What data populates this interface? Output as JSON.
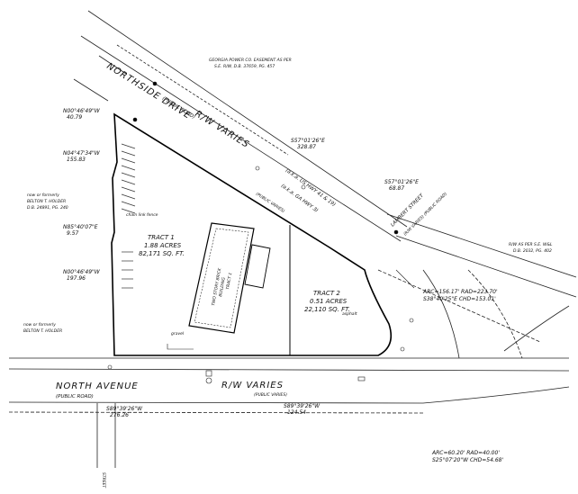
{
  "roads": {
    "northside_name": "NORTHSIDE DRIVE",
    "northside_type": "(PUBLIC ROAD)",
    "northside_rw": "R/W VARIES",
    "aka_us": "(a.k.a. US HWY 41 & 19)",
    "aka_ga": "(a.k.a. GA HWY 3)",
    "northside_rw_note": "(PUBLIC VARIES)",
    "north_name": "NORTH AVENUE",
    "north_type": "(PUBLIC ROAD)",
    "north_rw": "R/W VARIES",
    "north_rw_note": "(PUBLIC VARIES)",
    "lambert_name": "LAMBERT STREET",
    "lambert_rw": "(R/W VARIES) (PUBLIC ROAD)",
    "left_street": "STREET"
  },
  "easement": {
    "line1": "GEORGIA POWER CO. EASEMENT AS PER",
    "line2": "S.E. R/W, D.B. 37659, PG. 457"
  },
  "bearings": [
    {
      "bearing": "N00°46'49\"W",
      "distance": "40.79"
    },
    {
      "bearing": "N04°47'34\"W",
      "distance": "155.83"
    },
    {
      "bearing": "N85°40'07\"E",
      "distance": "9.57"
    },
    {
      "bearing": "N00°46'49\"W",
      "distance": "197.96"
    },
    {
      "bearing": "S57°01'26\"E",
      "distance": "328.87"
    },
    {
      "bearing": "S57°01'26\"E",
      "distance": "68.87"
    },
    {
      "bearing": "S89°39'26\"W",
      "distance": "276.26"
    },
    {
      "bearing": "S89°39'26\"W",
      "distance": "124.54"
    }
  ],
  "curves": {
    "curve1_line1": "ARC=156.17'  RAD=223.70'",
    "curve1_line2": "S38°40'25\"E  CHD=153.01'",
    "curve2_line1": "ARC=60.20'  RAD=40.00'",
    "curve2_line2": "S25°07'20\"W  CHD=54.68'"
  },
  "tracts": {
    "tract1_name": "TRACT 1",
    "tract1_acres": "1.88 ACRES",
    "tract1_sqft": "82,171 SQ. FT.",
    "tract2_name": "TRACT 2",
    "tract2_acres": "0.51 ACRES",
    "tract2_sqft": "22,110 SQ. FT."
  },
  "owners": {
    "owner_top_1": "now or formerly",
    "owner_top_2": "BELTON T. HOLDER",
    "owner_top_3": "D.B. 24891, PG. 240",
    "owner_bottom_1": "now or formerly",
    "owner_bottom_2": "BELTON T. HOLDER"
  },
  "rw_deed": {
    "line1": "R/W AS PER S.E. W&L",
    "line2": "D.B. 2032, PG. 402"
  },
  "building": {
    "line1": "TWO STORY BRICK",
    "line2": "BUILDING",
    "line3": "TRACT 1"
  },
  "misc": {
    "fence_note": "chain link fence",
    "asphalt": "asphalt",
    "gravel": "gravel"
  }
}
